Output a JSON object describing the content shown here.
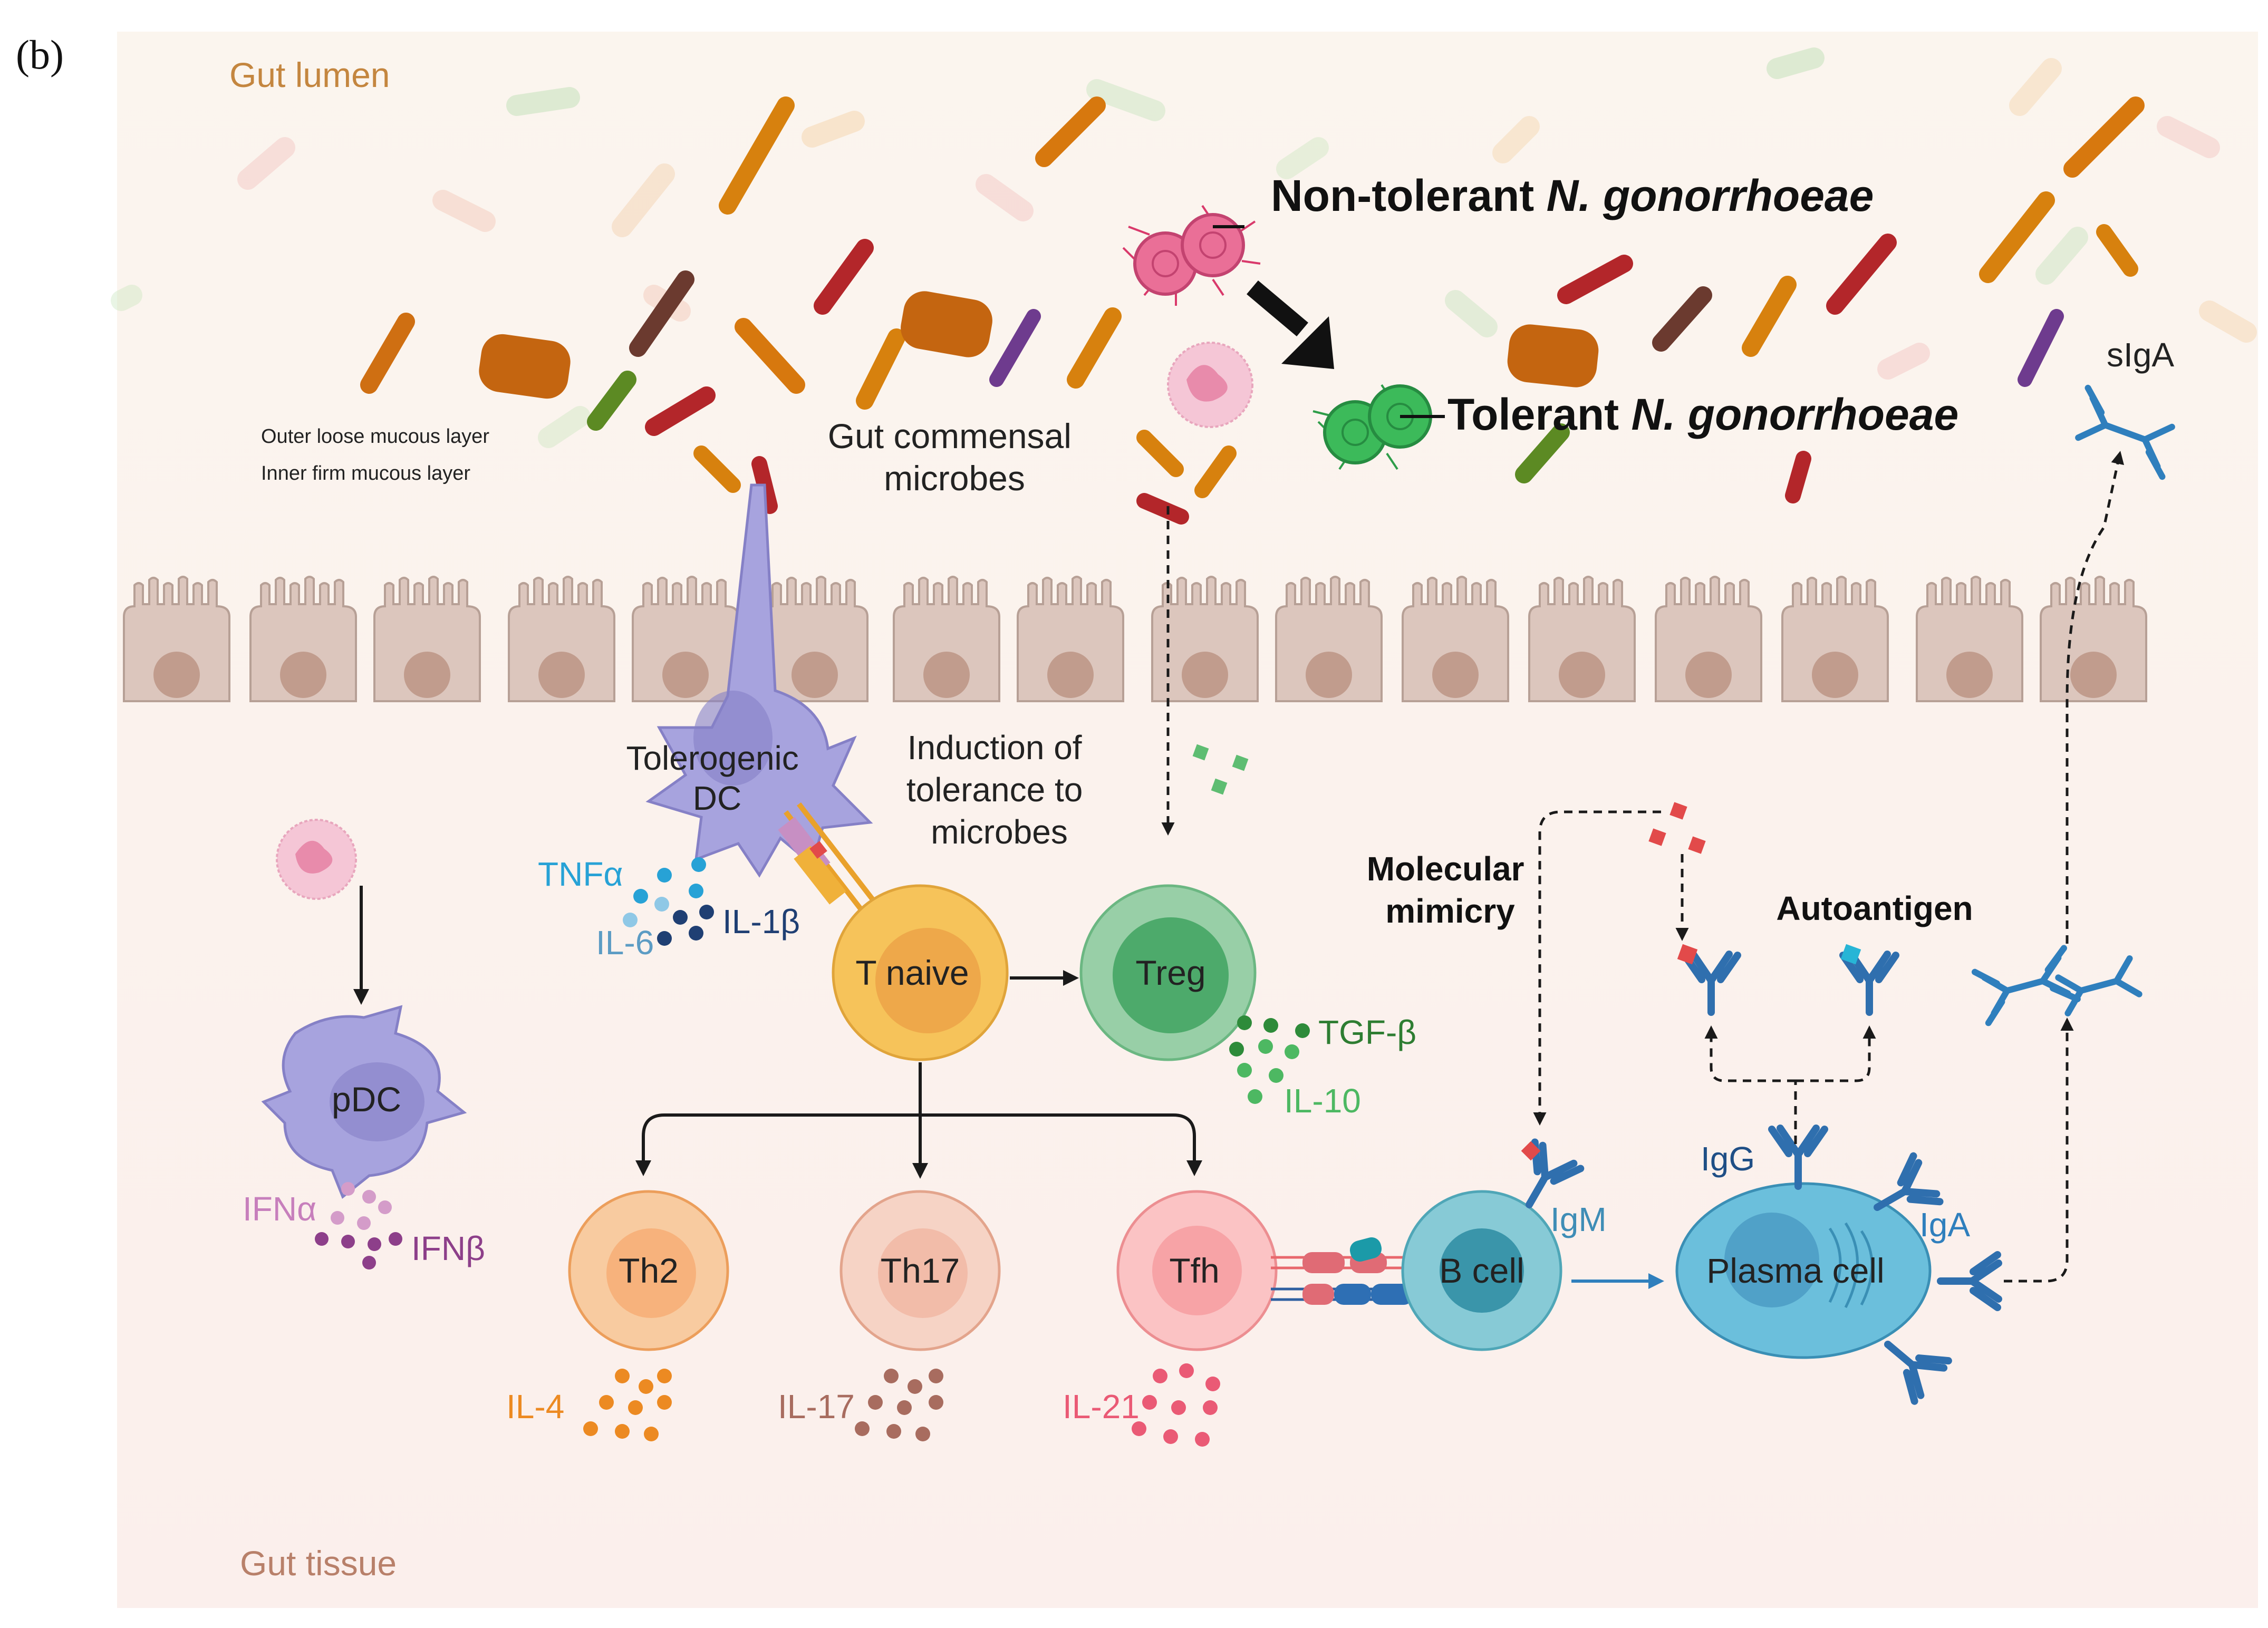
{
  "panel_label": "(b)",
  "regions": {
    "lumen": "Gut lumen",
    "tissue": "Gut tissue"
  },
  "mucus": {
    "outer": "Outer loose  mucous layer",
    "inner": "Inner firm mucous layer"
  },
  "microbes": {
    "commensal_line1": "Gut commensal",
    "commensal_line2": "microbes",
    "non_tolerant_prefix": "Non-tolerant ",
    "non_tolerant_species": "N. gonorrhoeae",
    "tolerant_prefix": "Tolerant ",
    "tolerant_species": "N. gonorrhoeae"
  },
  "cells": {
    "dc_line1": "Tolerogenic",
    "dc_line2": "DC",
    "t_naive": "T naive",
    "treg": "Treg",
    "pdc": "pDC",
    "th2": "Th2",
    "th17": "Th17",
    "tfh": "Tfh",
    "b_cell": "B cell",
    "plasma_cell": "Plasma cell"
  },
  "induction": {
    "line1": "Induction of",
    "line2": "tolerance to",
    "line3": "microbes"
  },
  "cytokines": {
    "tnfa": "TNFα",
    "il6": "IL-6",
    "il1b": "IL-1β",
    "tgfb": "TGF-β",
    "il10": "IL-10",
    "ifna": "IFNα",
    "ifnb": "IFNβ",
    "il4": "IL-4",
    "il17": "IL-17",
    "il21": "IL-21"
  },
  "antibodies": {
    "igm": "IgM",
    "igg": "IgG",
    "iga": "IgA",
    "siga": "sIgA"
  },
  "labels": {
    "mimicry_line1": "Molecular",
    "mimicry_line2": "mimicry",
    "autoantigen": "Autoantigen"
  },
  "colors": {
    "lumen_bg": "#fbf5ee",
    "tissue_bg": "#fbf1ee",
    "epithelium": "#dcc6bd",
    "epithelium_nucleus": "#c19c8d",
    "dc": "#a7a3de",
    "t_naive": "#f6c35a",
    "treg": "#80c597",
    "th2": "#f8be8b",
    "th17": "#f1c3b1",
    "tfh": "#f8acad",
    "b_cell": "#5fb8c9",
    "plasma_cell": "#4faed0",
    "antibody": "#2f7fbd",
    "tolerant_ng": "#3cba5a",
    "non_tolerant_ng": "#ea6f97",
    "tnfa_text": "#27a2d6",
    "il6_text": "#5c9cc4",
    "il1b_text": "#1f3f73",
    "tgfb_text": "#2e8b3a",
    "ifn_text": "#c77fbc",
    "il4_text": "#ec8a22",
    "il17_text": "#a86c5f",
    "il21_text": "#ea5a75",
    "region_text": "#c4863f"
  }
}
